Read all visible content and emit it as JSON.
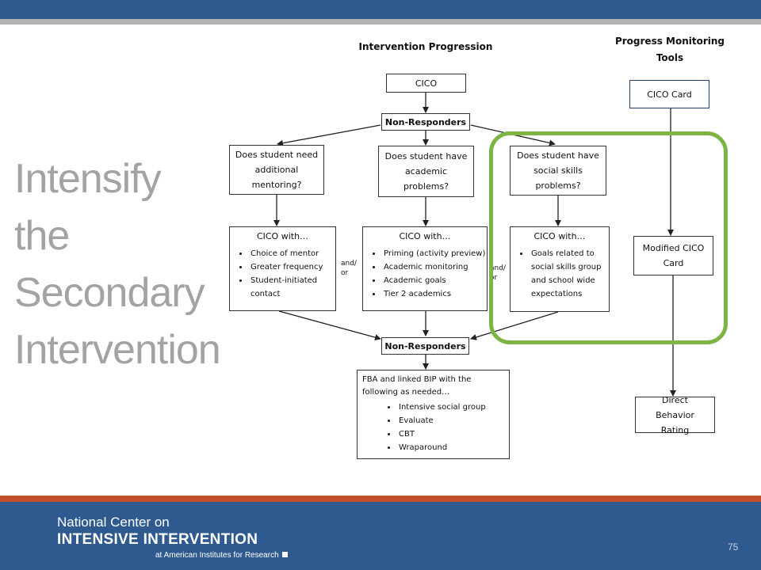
{
  "slide": {
    "title_lines": [
      "Intensify",
      "the",
      "Secondary",
      "Intervention"
    ],
    "page_number": "75"
  },
  "diagram": {
    "progression_title": "Intervention Progression",
    "monitoring_title": "Progress Monitoring Tools",
    "cico": "CICO",
    "non_responders_1": "Non-Responders",
    "q_mentoring": "Does student need additional mentoring?",
    "q_academic": "Does student have academic problems?",
    "q_social": "Does student have social skills problems?",
    "cico_with_1": {
      "head": "CICO with…",
      "items": [
        "Choice of mentor",
        "Greater frequency",
        "Student-initiated contact"
      ]
    },
    "cico_with_2": {
      "head": "CICO with…",
      "items": [
        "Priming (activity preview)",
        "Academic monitoring",
        "Academic goals",
        "Tier 2 academics"
      ]
    },
    "cico_with_3": {
      "head": "CICO with…",
      "items": [
        "Goals related to social skills group and school wide expectations"
      ]
    },
    "and_or_1": "and/ or",
    "and_or_2": "and/ or",
    "non_responders_2": "Non-Responders",
    "fba": {
      "head": "FBA and linked BIP with the following as needed…",
      "items": [
        "Intensive social group",
        "Evaluate",
        "CBT",
        "Wraparound"
      ]
    },
    "cico_card": "CICO Card",
    "modified_card": "Modified CICO Card",
    "dbr": "Direct Behavior Rating"
  },
  "footer": {
    "org_line1": "National Center on",
    "org_line2": "INTENSIVE INTERVENTION",
    "org_line3": "at American Institutes for Research"
  },
  "colors": {
    "brand_blue": "#2f5a8f",
    "accent_red": "#c0502c",
    "highlight_green": "#7db544",
    "title_gray": "#a3a3a3"
  }
}
